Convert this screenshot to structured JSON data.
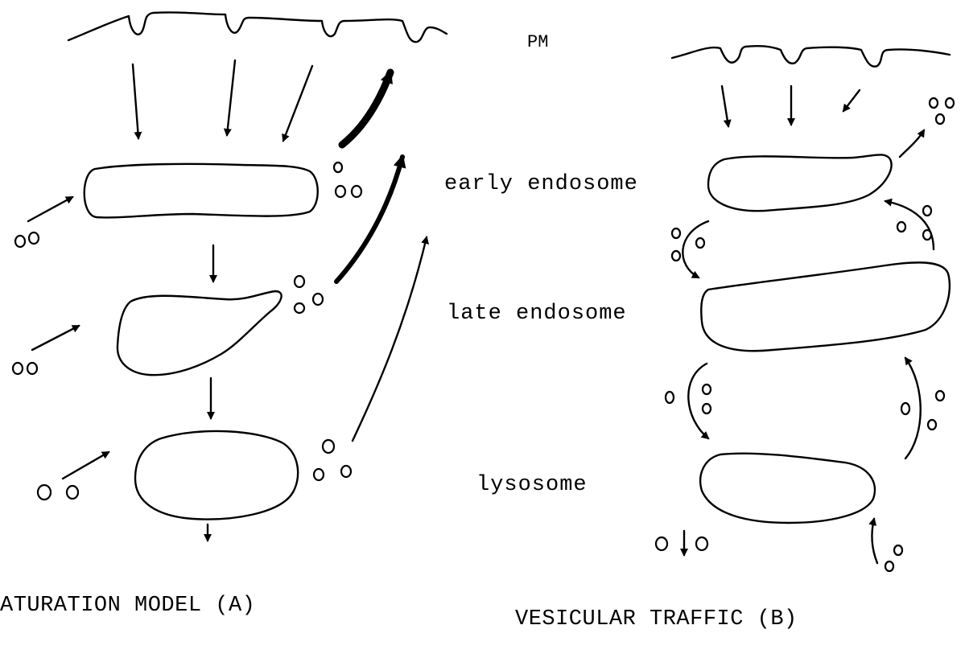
{
  "labels": {
    "pm": "PM",
    "early_endosome": "early endosome",
    "late_endosome": "late endosome",
    "lysosome": "lysosome"
  },
  "titles": {
    "left": "ATURATION MODEL (A)",
    "right": "VESICULAR TRAFFIC (B)"
  }
}
